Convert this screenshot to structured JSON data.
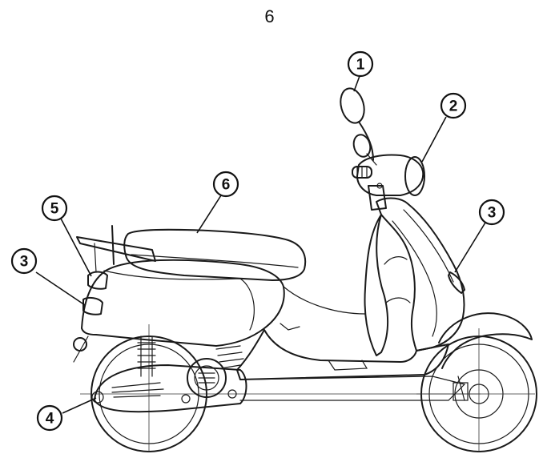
{
  "page": {
    "number": "6"
  },
  "callouts": [
    {
      "id": "mirror",
      "label": "1"
    },
    {
      "id": "headlight",
      "label": "2"
    },
    {
      "id": "front-indicator",
      "label": "3"
    },
    {
      "id": "rear-indicator",
      "label": "3"
    },
    {
      "id": "rear-wheel-drive",
      "label": "4"
    },
    {
      "id": "tail-light",
      "label": "5"
    },
    {
      "id": "seat",
      "label": "6"
    }
  ],
  "colors": {
    "line": "#1a1a1a",
    "background": "#ffffff"
  }
}
